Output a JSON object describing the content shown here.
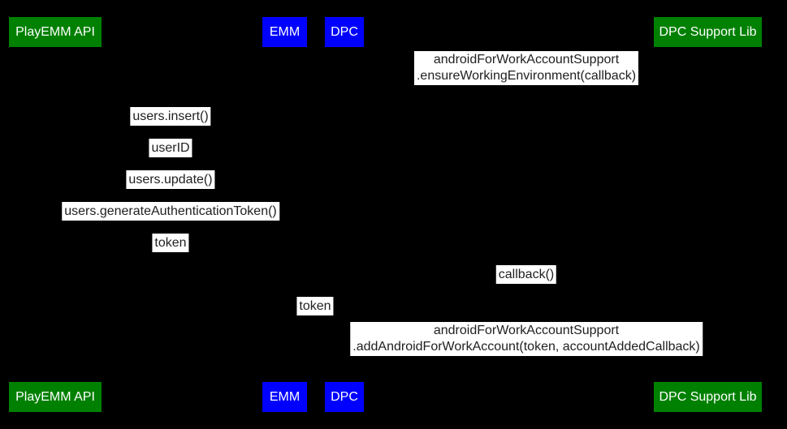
{
  "colors": {
    "background": "#000000",
    "green": "#008000",
    "blue": "#0000ff",
    "label_background": "#ffffff",
    "label_text": "#212121",
    "actor_text": "#ffffff"
  },
  "actors": [
    {
      "label": "PlayEMM API",
      "color": "green"
    },
    {
      "label": "EMM",
      "color": "blue"
    },
    {
      "label": "DPC",
      "color": "blue"
    },
    {
      "label": "DPC Support Lib",
      "color": "green"
    }
  ],
  "messages": [
    {
      "lines": [
        "androidForWorkAccountSupport",
        ".ensureWorkingEnvironment(callback)"
      ]
    },
    {
      "lines": [
        "users.insert()"
      ]
    },
    {
      "lines": [
        "userID"
      ]
    },
    {
      "lines": [
        "users.update()"
      ]
    },
    {
      "lines": [
        "users.generateAuthenticationToken()"
      ]
    },
    {
      "lines": [
        "token"
      ]
    },
    {
      "lines": [
        "callback()"
      ]
    },
    {
      "lines": [
        "token"
      ]
    },
    {
      "lines": [
        "androidForWorkAccountSupport",
        ".addAndroidForWorkAccount(token, accountAddedCallback)"
      ]
    }
  ]
}
